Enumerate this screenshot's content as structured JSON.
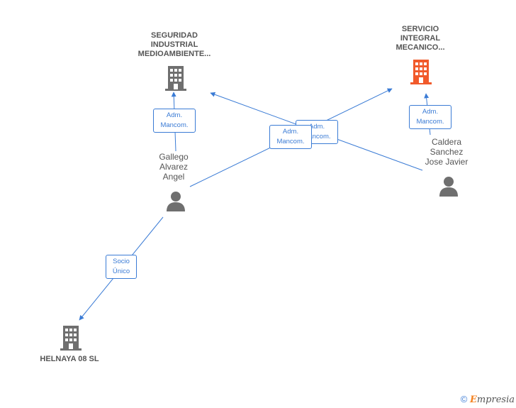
{
  "nodes": {
    "seguridad": {
      "label": "SEGURIDAD\nINDUSTRIAL\nMEDIOAMBIENTE...",
      "kind": "company",
      "color": "#6f6f6f"
    },
    "servicio": {
      "label": "SERVICIO\nINTEGRAL\nMECANICO...",
      "kind": "company",
      "color": "#f15a2b"
    },
    "helnaya": {
      "label": "HELNAYA 08 SL",
      "kind": "company",
      "color": "#6f6f6f"
    },
    "gallego": {
      "label": "Gallego\nAlvarez\nAngel",
      "kind": "person",
      "color": "#6f6f6f"
    },
    "caldera": {
      "label": "Caldera\nSanchez\nJose Javier",
      "kind": "person",
      "color": "#6f6f6f"
    }
  },
  "edges": [
    {
      "id": "gallego-seguridad",
      "label": "Adm.\nMancom."
    },
    {
      "id": "gallego-servicio",
      "label": "Adm.\nMancom."
    },
    {
      "id": "caldera-seguridad",
      "label": "Adm.\nMancom."
    },
    {
      "id": "caldera-servicio",
      "label": "Adm.\nMancom."
    },
    {
      "id": "gallego-helnaya",
      "label": "Socio\nÚnico"
    }
  ],
  "colors": {
    "edge": "#3a7bd5"
  },
  "footer": {
    "copyright": "©",
    "brand_e": "E",
    "brand_rest": "mpresia"
  }
}
